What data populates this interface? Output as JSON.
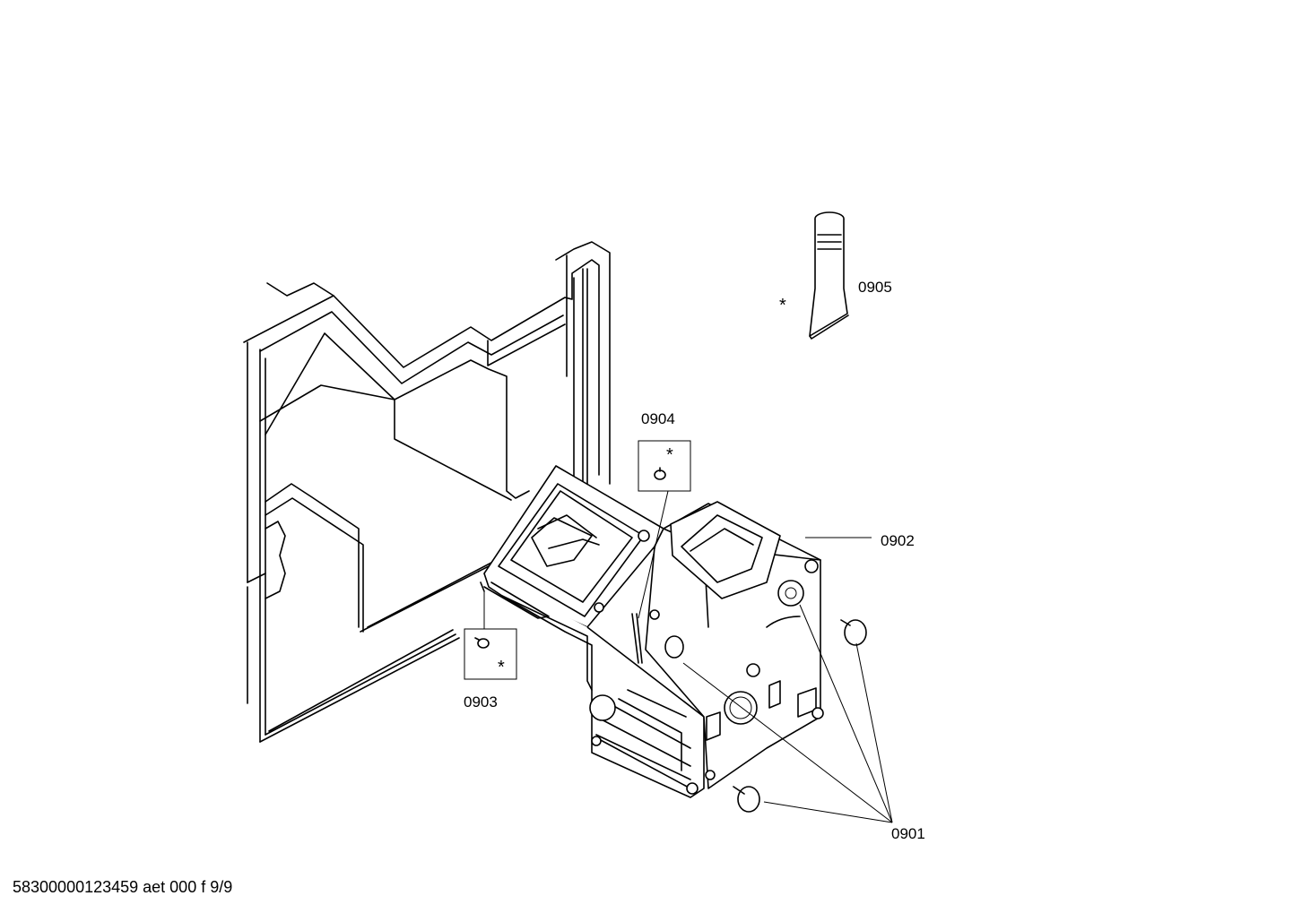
{
  "parts": {
    "p0901": {
      "number": "0901"
    },
    "p0902": {
      "number": "0902"
    },
    "p0903": {
      "number": "0903",
      "mark": "*"
    },
    "p0904": {
      "number": "0904",
      "mark": "*"
    },
    "p0905": {
      "number": "0905",
      "mark": "*"
    }
  },
  "footer": {
    "text": "58300000123459 aet 000 f 9/9"
  }
}
